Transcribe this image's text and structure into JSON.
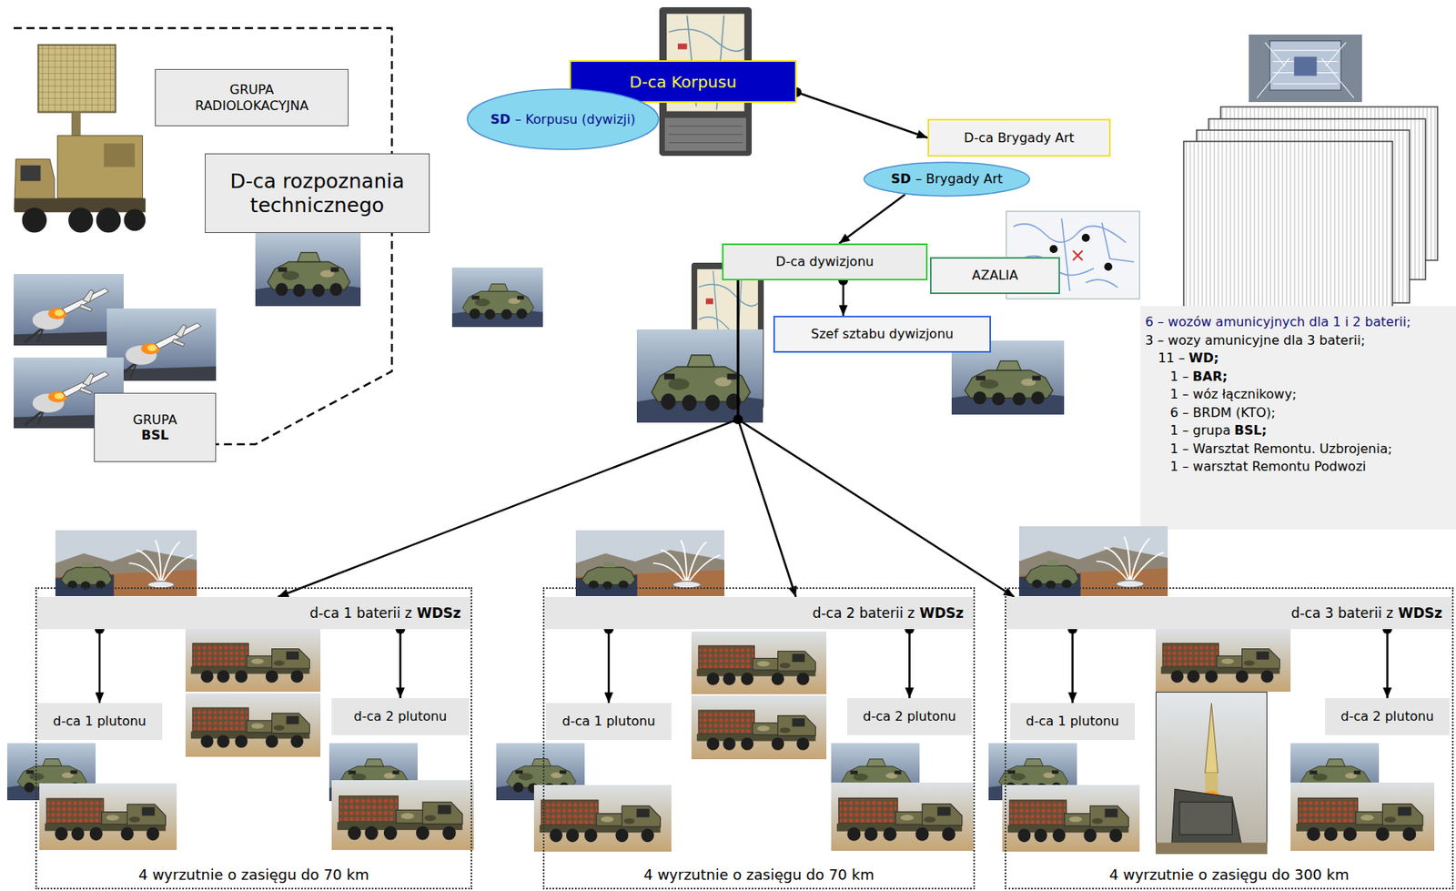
{
  "diagram": {
    "nodes": [
      {
        "text": [
          "GRUPA RADIOLOKACYJNA"
        ]
      },
      {
        "text": [
          "D-ca rozpoznania technicznego"
        ]
      },
      {
        "text": [
          "GRUPA",
          "BSL"
        ]
      },
      {
        "text": [
          "D-ca Korpusu"
        ]
      },
      {
        "text": [
          "SD",
          "– Korpusu (dywizji)"
        ]
      },
      {
        "text": [
          "D-ca Brygady Art"
        ]
      },
      {
        "text": [
          "SD",
          "– Brygady Art"
        ]
      },
      {
        "text": [
          "D-ca dywizjonu"
        ]
      },
      {
        "text": [
          "AZALIA"
        ]
      },
      {
        "text": [
          "Szef sztabu dywizjonu"
        ]
      },
      {
        "text": [
          "4 wyrzutnie o zasięgu do 70 km"
        ]
      },
      {
        "text": [
          "d-ca 1 baterii z",
          "WDSz"
        ],
        "in": 10
      },
      {
        "text": [
          "d-ca 1 plutonu"
        ],
        "in": 10
      },
      {
        "text": [
          "d-ca 2 plutonu"
        ],
        "in": 10
      },
      {
        "text": [
          "4 wyrzutnie o zasięgu do 70 km"
        ]
      },
      {
        "text": [
          "d-ca 2 baterii z",
          "WDSz"
        ],
        "in": 14
      },
      {
        "text": [
          "d-ca 1 plutonu"
        ],
        "in": 14
      },
      {
        "text": [
          "d-ca 2 plutonu"
        ],
        "in": 14
      },
      {
        "text": [
          "4 wyrzutnie o zasięgu do 300 km"
        ]
      },
      {
        "text": [
          "d-ca 3 baterii z",
          "WDSz"
        ],
        "in": 18
      },
      {
        "text": [
          "d-ca 1 plutonu"
        ],
        "in": 18
      },
      {
        "text": [
          "d-ca 2 plutonu"
        ],
        "in": 18
      }
    ],
    "edges": [
      {
        "from": 3,
        "to": 5,
        "arrow": "to"
      },
      {
        "from": 6,
        "to": 7,
        "arrow": "to"
      },
      {
        "from": 7,
        "to": 9,
        "arrow": "to"
      },
      {
        "from": 7,
        "to": 11,
        "arrow": "to"
      },
      {
        "from": 7,
        "to": 15,
        "arrow": "to"
      },
      {
        "from": 7,
        "to": 19,
        "arrow": "to"
      },
      {
        "from": 11,
        "to": 12,
        "arrow": "to"
      },
      {
        "from": 11,
        "to": 13,
        "arrow": "to"
      },
      {
        "from": 15,
        "to": 16,
        "arrow": "to"
      },
      {
        "from": 15,
        "to": 17,
        "arrow": "to"
      },
      {
        "from": 19,
        "to": 20,
        "arrow": "to"
      },
      {
        "from": 19,
        "to": 21,
        "arrow": "to"
      }
    ],
    "labels": [
      "6 – wozów amunicyjnych dla 1 i 2 baterii;",
      "3 – wozy amunicyjne dla 3 baterii;",
      "11 –",
      "WD;",
      "1 –",
      "BAR;",
      "1 – wóz łącznikowy;",
      "6 – BRDM (KTO);",
      "1 – grupa",
      "BSL;",
      "1 – Warsztat Remontu. Uzbrojenia;",
      "1 – warsztat Remontu Podwozi"
    ]
  }
}
